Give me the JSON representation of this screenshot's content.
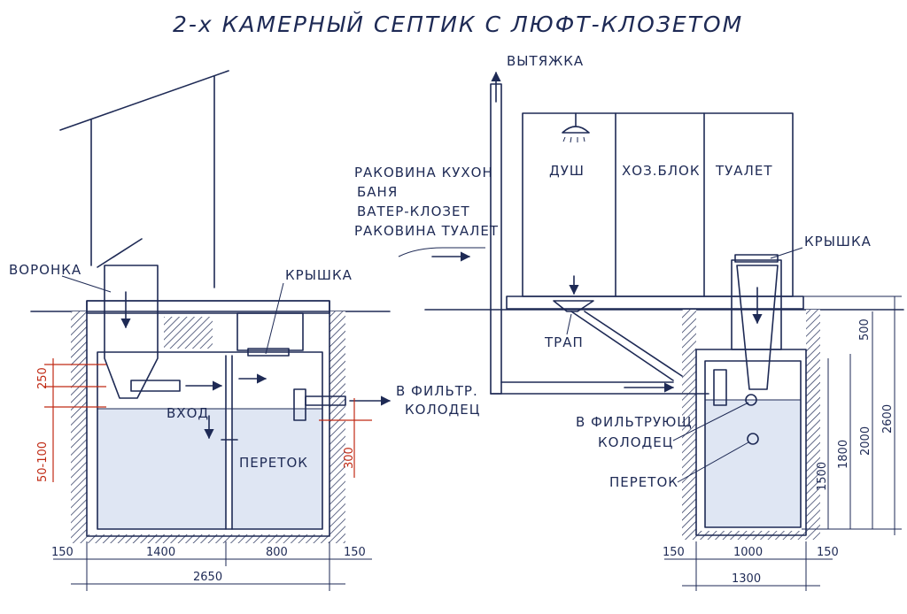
{
  "title": "2-х КАМЕРНЫЙ СЕПТИК С ЛЮФТ-КЛОЗЕТОМ",
  "left": {
    "labels": {
      "funnel": "ВОРОНКА",
      "lid": "КРЫШКА",
      "inlet": "ВХОД",
      "overflow": "ПЕРЕТОК",
      "to_filter_1": "В ФИЛЬТР.",
      "to_filter_2": "КОЛОДЕЦ"
    },
    "dims": {
      "d_150_left": "150",
      "d_1400": "1400",
      "d_800": "800",
      "d_150_right": "150",
      "d_2650": "2650",
      "d_250": "250",
      "d_50_100": "50-100",
      "d_300": "300"
    }
  },
  "right": {
    "labels": {
      "exhaust": "ВЫТЯЖКА",
      "sources_1": "РАКОВИНА КУХОН",
      "sources_2": "БАНЯ",
      "sources_3": "ВАТЕР-КЛОЗЕТ",
      "sources_4": "РАКОВИНА ТУАЛЕТ",
      "shower": "ДУШ",
      "utility": "ХОЗ.БЛОК",
      "toilet": "ТУАЛЕТ",
      "lid": "КРЫШКА",
      "drain": "ТРАП",
      "to_filter_1": "В ФИЛЬТРУЮЩ",
      "to_filter_2": "КОЛОДЕЦ",
      "overflow": "ПЕРЕТОК"
    },
    "dims": {
      "d_150_left": "150",
      "d_1000": "1000",
      "d_150_right": "150",
      "d_1300": "1300",
      "d_500": "500",
      "d_1500": "1500",
      "d_1800": "1800",
      "d_2000": "2000",
      "d_2600": "2600"
    }
  }
}
